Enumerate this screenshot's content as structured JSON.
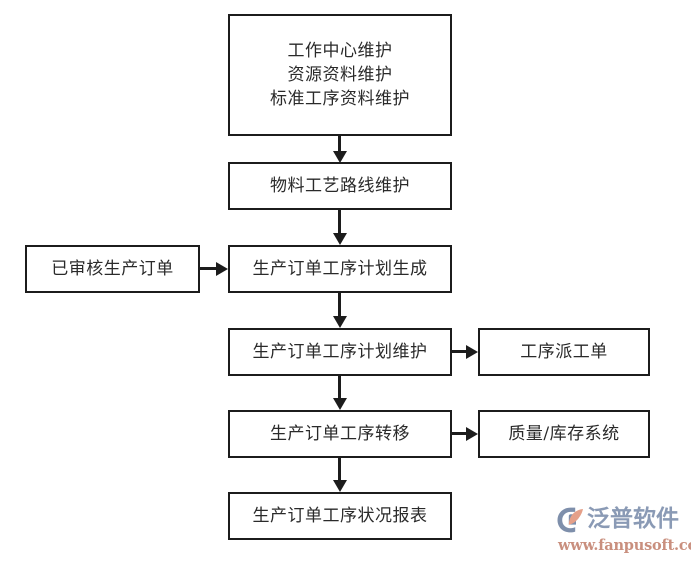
{
  "diagram": {
    "title_text_color": "#2a2a2a",
    "border_color": "#1c1c1c",
    "background_color": "#ffffff",
    "nodes": {
      "master_data": {
        "line1": "工作中心维护",
        "line2": "资源资料维护",
        "line3": "标准工序资料维护"
      },
      "routing": {
        "label": "物料工艺路线维护"
      },
      "approved_order": {
        "label": "已审核生产订单"
      },
      "plan_generate": {
        "label": "生产订单工序计划生成"
      },
      "plan_maintain": {
        "label": "生产订单工序计划维护"
      },
      "dispatch_order": {
        "label": "工序派工单"
      },
      "operation_transfer": {
        "label": "生产订单工序转移"
      },
      "quality_inventory": {
        "label": "质量/库存系统"
      },
      "status_report": {
        "label": "生产订单工序状况报表"
      }
    }
  },
  "watermark": {
    "brand": "泛普软件",
    "url": "www.fanpusoft.com",
    "brand_color": "#8a9ab5",
    "url_color": "#c98f7e",
    "mark_blue": "#7e8fab",
    "mark_salmon": "#e5a089"
  }
}
